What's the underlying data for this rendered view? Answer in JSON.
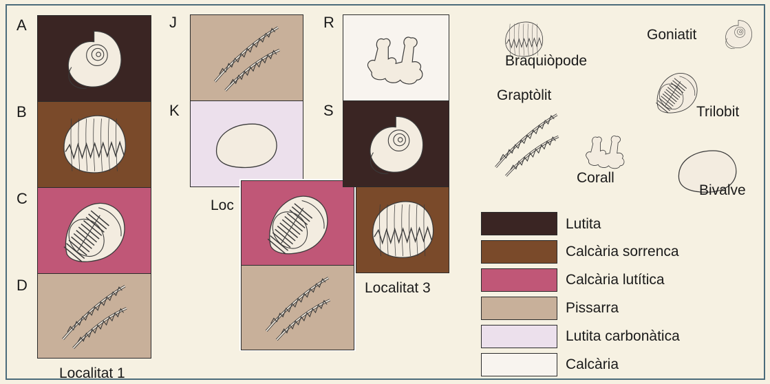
{
  "colors": {
    "lutita": "#3a2523",
    "calcaria_sorrenca": "#7a4a2a",
    "calcaria_lutitica": "#c05777",
    "pissarra": "#c8b09a",
    "lutita_carbonatica": "#ece0ec",
    "calcaria": "#f8f4ef",
    "fossil": "#f3ece0",
    "background": "#f6f1e2"
  },
  "columns": {
    "localitat1": {
      "caption": "Localitat 1",
      "rows": [
        {
          "letter": "A",
          "rock": "lutita",
          "fossil": "goniatit-icon"
        },
        {
          "letter": "B",
          "rock": "calcaria_sorrenca",
          "fossil": "braquiopode-icon"
        },
        {
          "letter": "C",
          "rock": "calcaria_lutitica",
          "fossil": "trilobit-icon"
        },
        {
          "letter": "D",
          "rock": "pissarra",
          "fossil": "graptolit-icon"
        }
      ]
    },
    "localitat2": {
      "caption": "Loc",
      "rows": [
        {
          "letter": "J",
          "rock": "pissarra",
          "fossil": "graptolit-icon"
        },
        {
          "letter": "K",
          "rock": "lutita_carbonatica",
          "fossil": "bivalve-icon"
        },
        {
          "letter": "",
          "rock": "calcaria_lutitica",
          "fossil": "trilobit-icon"
        },
        {
          "letter": "",
          "rock": "pissarra",
          "fossil": "graptolit-icon"
        }
      ]
    },
    "localitat3": {
      "caption": "Localitat 3",
      "rows": [
        {
          "letter": "R",
          "rock": "calcaria",
          "fossil": "corall-icon"
        },
        {
          "letter": "S",
          "rock": "lutita",
          "fossil": "goniatit-icon"
        },
        {
          "letter": "",
          "rock": "calcaria_sorrenca",
          "fossil": "braquiopode-icon"
        }
      ]
    }
  },
  "fossil_key": {
    "braquiopode": "Braquiòpode",
    "goniatit": "Goniatit",
    "graptolit": "Graptòlit",
    "trilobit": "Trilobit",
    "corall": "Corall",
    "bivalve": "Bivalve"
  },
  "rock_legend": [
    {
      "key": "lutita",
      "label": "Lutita"
    },
    {
      "key": "calcaria_sorrenca",
      "label": "Calcària sorrenca"
    },
    {
      "key": "calcaria_lutitica",
      "label": "Calcària lutítica"
    },
    {
      "key": "pissarra",
      "label": "Pissarra"
    },
    {
      "key": "lutita_carbonatica",
      "label": "Lutita carbonàtica"
    },
    {
      "key": "calcaria",
      "label": "Calcària"
    }
  ]
}
